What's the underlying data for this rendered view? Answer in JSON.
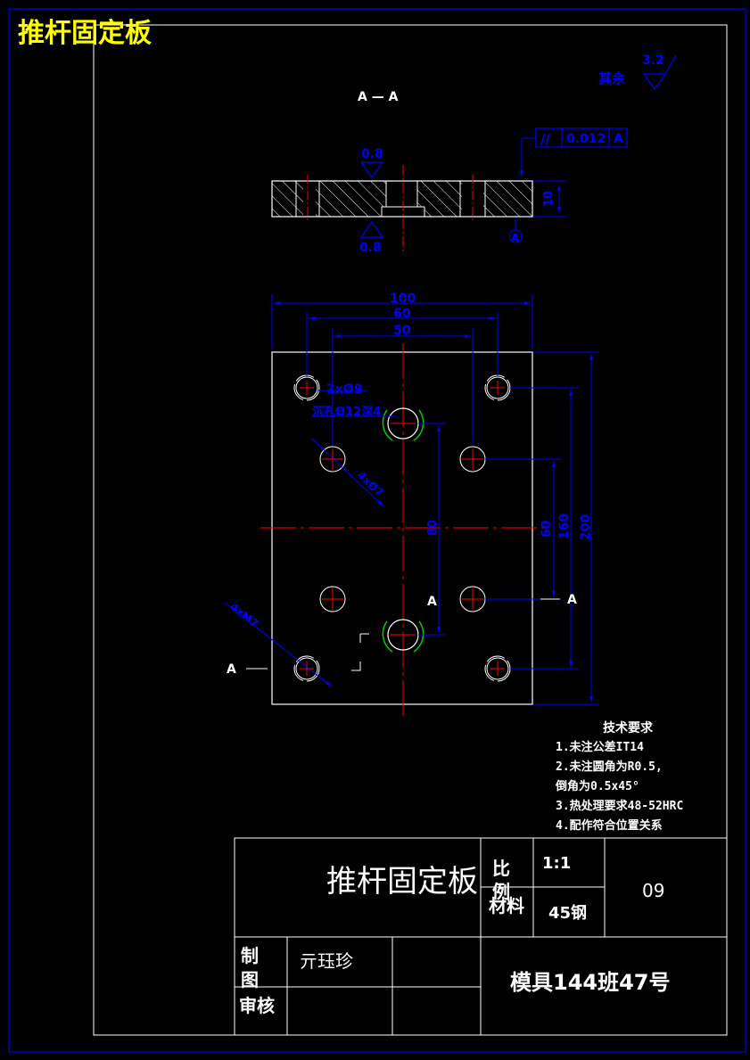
{
  "sheet_title": "推杆固定板",
  "section_label": "A — A",
  "roughness_general": {
    "prefix": "其余",
    "value": "3.2"
  },
  "section_view": {
    "roughness_top": "0.8",
    "roughness_bottom": "0.8",
    "thickness_dim": "10",
    "tolerance_frame": {
      "symbol": "//",
      "value": "0.012",
      "datum": "A"
    },
    "datum_label": "A"
  },
  "plan_view": {
    "dims": {
      "width_100": "100",
      "width_60": "60",
      "width_50": "50",
      "height_200": "200",
      "height_160": "160",
      "height_60": "60",
      "inner_80": "80"
    },
    "notes": {
      "holes_2x9": "2xØ9",
      "counterbore": "沉孔Ø12深4",
      "holes_4x7": "4xØ7",
      "threads_4m7": "4xM7"
    },
    "cut_labels": {
      "left": "A",
      "mid": "A",
      "right": "A"
    }
  },
  "tech_requirements": {
    "heading": "技术要求",
    "items": [
      "1.未注公差IT14",
      "2.未注圆角为R0.5,",
      "倒角为0.5x45°",
      "3.热处理要求48-52HRC",
      "4.配作符合位置关系"
    ]
  },
  "title_block": {
    "part_name": "推杆固定板",
    "scale_label": "比例",
    "scale_value": "1:1",
    "material_label": "材料",
    "material_value": "45钢",
    "drawing_no": "09",
    "drawn_label_1": "制",
    "drawn_label_2": "图",
    "drawn_by": "亓珏珍",
    "check_label": "审核",
    "class_info": "模具144班47号"
  },
  "colors": {
    "frame": "#0000ff",
    "border_white": "#ffffff",
    "dimension": "#0000ff",
    "centerline": "#ff0000",
    "hatch": "#ffffff",
    "counterbore": "#00cc00",
    "title_yellow": "#ffff00"
  }
}
